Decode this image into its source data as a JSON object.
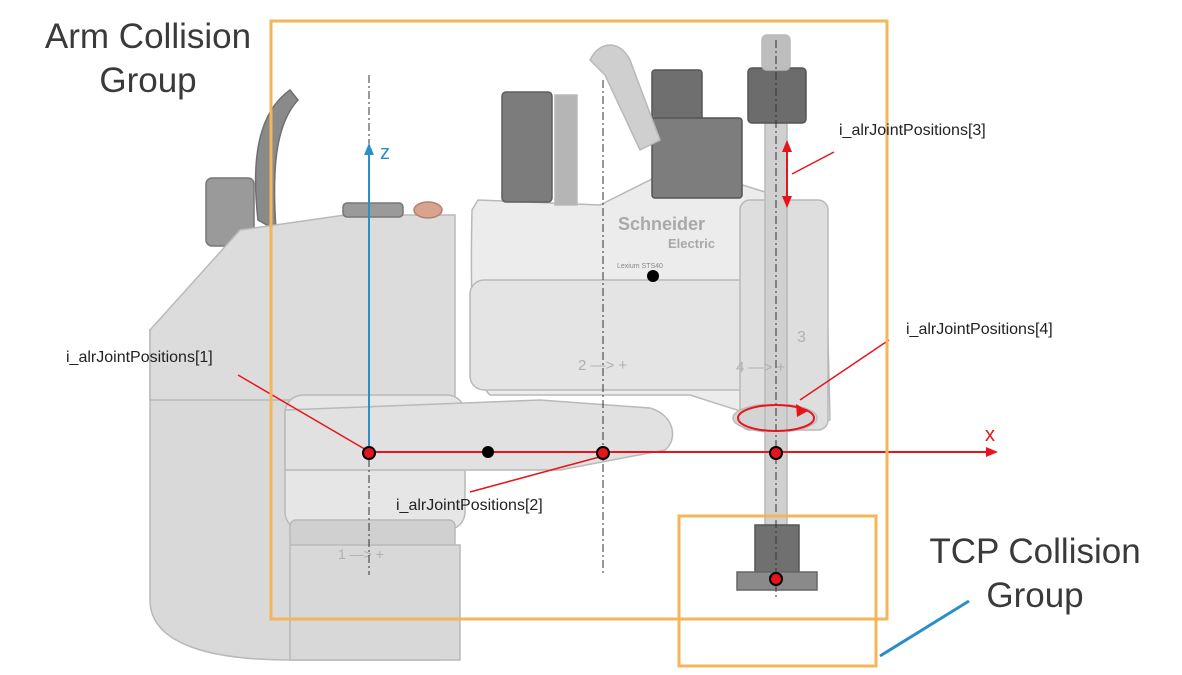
{
  "groups": {
    "arm": {
      "line1": "Arm Collision",
      "line2": "Group"
    },
    "tcp": {
      "line1": "TCP Collision",
      "line2": "Group"
    }
  },
  "axes": {
    "z": "z",
    "x": "x"
  },
  "joint_labels": {
    "j1": "i_alrJointPositions[1]",
    "j2": "i_alrJointPositions[2]",
    "j3": "i_alrJointPositions[3]",
    "j4": "i_alrJointPositions[4]"
  },
  "robot_marks": {
    "brand": "Schneider",
    "brand2": "Electric",
    "model": "Lexium STS40",
    "axis_mark_1": "1 —> +",
    "axis_mark_2": "2 —> +",
    "axis_mark_3": "3",
    "axis_mark_4": "4 —> +"
  },
  "colors": {
    "group_box": "#f5b55a",
    "axis_x": "#e8141c",
    "axis_z": "#2a8fc8",
    "leader_tcp": "#2a8fc8",
    "robot_body": "#e3e3e3",
    "robot_edge": "#b9b9b9",
    "robot_dark": "#7a7a7a"
  }
}
